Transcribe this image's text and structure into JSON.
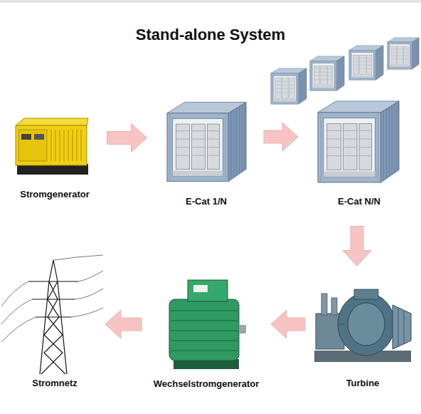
{
  "diagram": {
    "title": "Stand-alone System",
    "nodes": [
      {
        "text": [
          "Stromgenerator"
        ]
      },
      {
        "text": [
          "E-Cat 1/N"
        ]
      },
      {
        "text": [
          "E-Cat N/N"
        ]
      },
      {
        "text": [
          "Turbine"
        ]
      },
      {
        "text": [
          "Wechselstromgenerator"
        ]
      },
      {
        "text": [
          "Stromnetz"
        ]
      }
    ],
    "edges": [
      {
        "from": 0,
        "to": 1,
        "arrow": "to"
      },
      {
        "from": 1,
        "to": 2,
        "arrow": "to"
      },
      {
        "from": 2,
        "to": 3,
        "arrow": "to"
      },
      {
        "from": 3,
        "to": 4,
        "arrow": "to"
      },
      {
        "from": 4,
        "to": 5,
        "arrow": "to"
      }
    ]
  }
}
